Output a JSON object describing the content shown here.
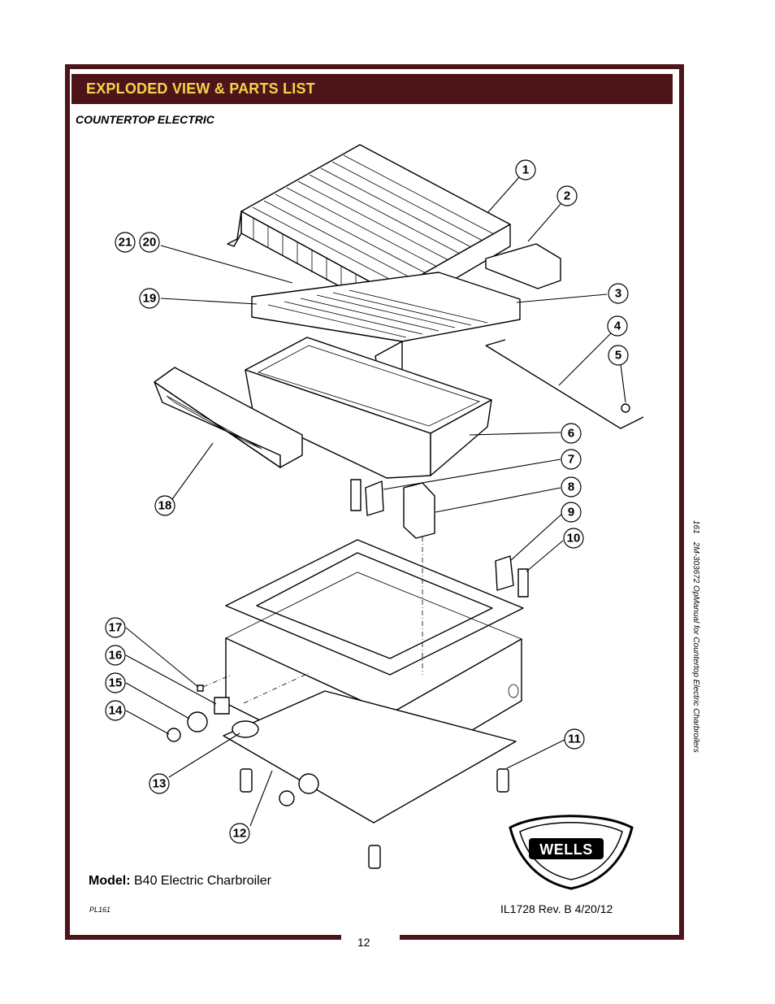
{
  "header": {
    "title": "EXPLODED VIEW & PARTS LIST"
  },
  "subtitle": "COUNTERTOP ELECTRIC",
  "side_note": {
    "code": "161",
    "text": "2M-303672  OpManual for Countertop Electric Charbroilers"
  },
  "callouts": [
    "1",
    "2",
    "3",
    "4",
    "5",
    "6",
    "7",
    "8",
    "9",
    "10",
    "11",
    "12",
    "13",
    "14",
    "15",
    "16",
    "17",
    "18",
    "19",
    "20",
    "21"
  ],
  "logo": {
    "text": "WELLS"
  },
  "model": {
    "label": "Model:",
    "value": "B40 Electric Charbroiler"
  },
  "footer": {
    "pl_code": "PL161",
    "revision": "IL1728  Rev. B  4/20/12",
    "page_number": "12"
  },
  "colors": {
    "frame": "#4d1519",
    "header_text": "#f5d44a"
  }
}
